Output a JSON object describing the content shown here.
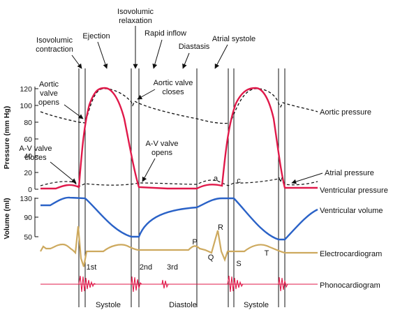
{
  "colors": {
    "pressure": "#e0194a",
    "volume": "#2a62c7",
    "ecg": "#cda95e",
    "phono": "#e0194a",
    "dashed": "#111111"
  },
  "top_labels": {
    "isovolumic_contraction": [
      "Isovolumic",
      "contraction"
    ],
    "ejection": "Ejection",
    "isovolumic_relaxation": [
      "Isovolumic",
      "relaxation"
    ],
    "rapid_inflow": "Rapid inflow",
    "diastasis": "Diastasis",
    "atrial_systole": "Atrial systole"
  },
  "annotations": {
    "aortic_valve_opens": [
      "Aortic",
      "valve",
      "opens"
    ],
    "aortic_valve_closes": [
      "Aortic valve",
      "closes"
    ],
    "av_valve_closes": [
      "A-V valve",
      "closes"
    ],
    "av_valve_opens": [
      "A-V valve",
      "opens"
    ],
    "wave_a": "a",
    "wave_c": "c",
    "wave_v": "v",
    "ecg_p": "P",
    "ecg_q": "Q",
    "ecg_r": "R",
    "ecg_s": "S",
    "ecg_t": "T",
    "heart_1st": "1st",
    "heart_2nd": "2nd",
    "heart_3rd": "3rd"
  },
  "axes": {
    "pressure_label": "Pressure (mm Hg)",
    "pressure_ticks": [
      "120",
      "100",
      "80",
      "60",
      "40",
      "20",
      "0"
    ],
    "volume_label": "Volume (ml)",
    "volume_ticks": [
      "130",
      "90",
      "50"
    ]
  },
  "trace_labels": {
    "aortic_pressure": "Aortic pressure",
    "atrial_pressure": "Atrial pressure",
    "ventricular_pressure": "Ventricular pressure",
    "ventricular_volume": "Ventricular volume",
    "electrocardiogram": "Electrocardiogram",
    "phonocardiogram": "Phonocardiogram"
  },
  "phases": {
    "systole_1": "Systole",
    "diastole": "Diastole",
    "systole_2": "Systole"
  }
}
